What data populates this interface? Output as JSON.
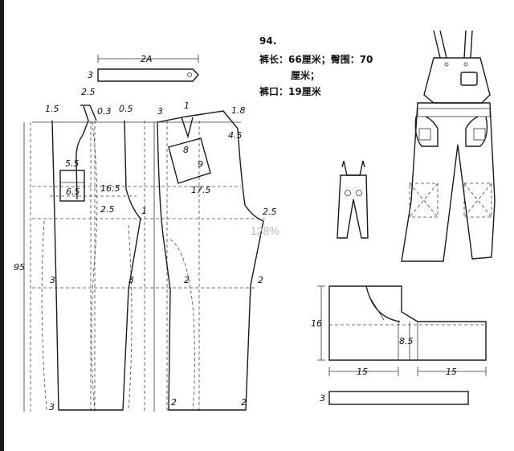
{
  "figure_number": "94.",
  "spec_lines": [
    "裤长：66厘米；臀围：70",
    "厘米；",
    "裤口：19厘米"
  ],
  "zoom_indicator": "128%",
  "strap_label": "2A",
  "pattern_labels": {
    "strap_height": "3",
    "pocket_overlap": "2.5",
    "front_waist_dart": "1.5",
    "front_top_a": "0.3",
    "front_top_b": "0.5",
    "back_side_top": "3",
    "back_top": "1",
    "back_right_top": "1.8",
    "back_hip_side": "4.5",
    "front_pocket_width": "5.5",
    "front_pocket_height": "6.5",
    "front_hip": "16.5",
    "back_hip": "17.5",
    "back_pocket_a": "8",
    "back_pocket_b": "9",
    "front_crotch_small": "2.5",
    "front_crotch_tip": "1",
    "back_crotch": "2.5",
    "front_outseam_knee": "3",
    "front_inseam_knee": "3",
    "back_inseam_knee": "2",
    "back_outseam_knee": "2",
    "side_length": "95",
    "front_hem": "3",
    "back_hem_left": "2",
    "back_hem_right": "2",
    "bib_height": "16",
    "bib_crotch": "8.5",
    "bib_width_left": "15",
    "bib_width_right": "15",
    "waistband_height": "3"
  }
}
